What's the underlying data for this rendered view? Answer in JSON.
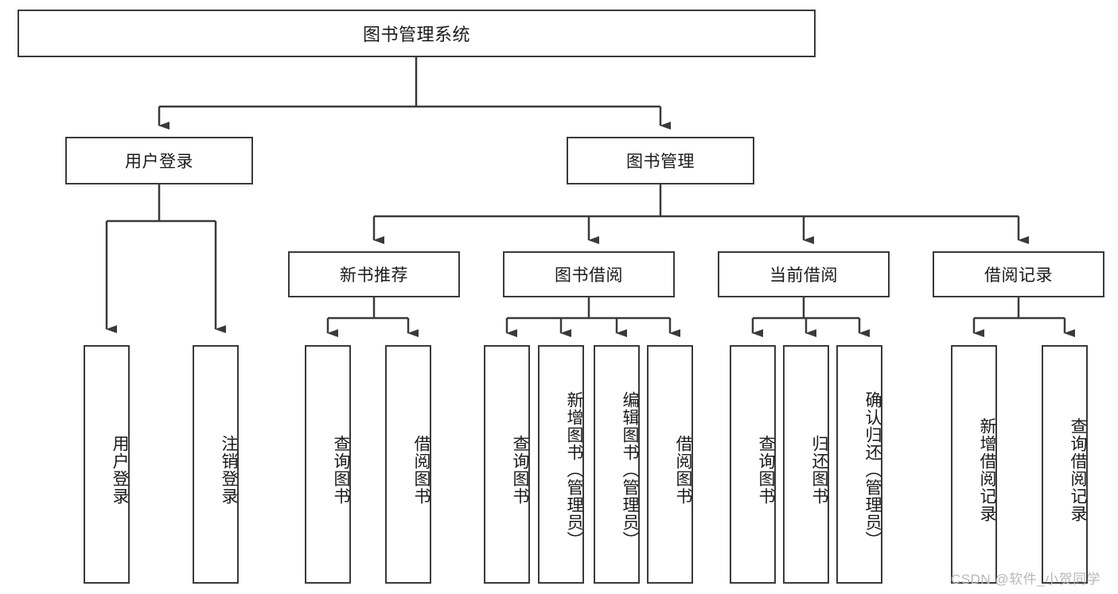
{
  "diagram": {
    "title": "图书管理系统",
    "type": "tree-hierarchy-diagram",
    "root": {
      "label": "图书管理系统"
    },
    "level2": [
      {
        "label": "用户登录"
      },
      {
        "label": "图书管理"
      }
    ],
    "level3": [
      {
        "label": "新书推荐"
      },
      {
        "label": "图书借阅"
      },
      {
        "label": "当前借阅"
      },
      {
        "label": "借阅记录"
      }
    ],
    "leaves": {
      "user_login": [
        {
          "label": "用户登录"
        },
        {
          "label": "注销登录"
        }
      ],
      "new_book_recommend": [
        {
          "label": "查询图书"
        },
        {
          "label": "借阅图书"
        }
      ],
      "book_borrow": [
        {
          "label": "查询图书"
        },
        {
          "label": "新增图书（管理员）"
        },
        {
          "label": "编辑图书（管理员）"
        },
        {
          "label": "借阅图书"
        }
      ],
      "current_borrow": [
        {
          "label": "查询图书"
        },
        {
          "label": "归还图书"
        },
        {
          "label": "确认归还（管理员）"
        }
      ],
      "borrow_record": [
        {
          "label": "新增借阅记录"
        },
        {
          "label": "查询借阅记录"
        }
      ]
    }
  },
  "watermark": {
    "text": "CSDN @软件_小贺同学"
  },
  "colors": {
    "stroke": "#3a3a3a",
    "background": "#ffffff",
    "text": "#1a1a1a",
    "watermark": "#b8b8b8"
  }
}
